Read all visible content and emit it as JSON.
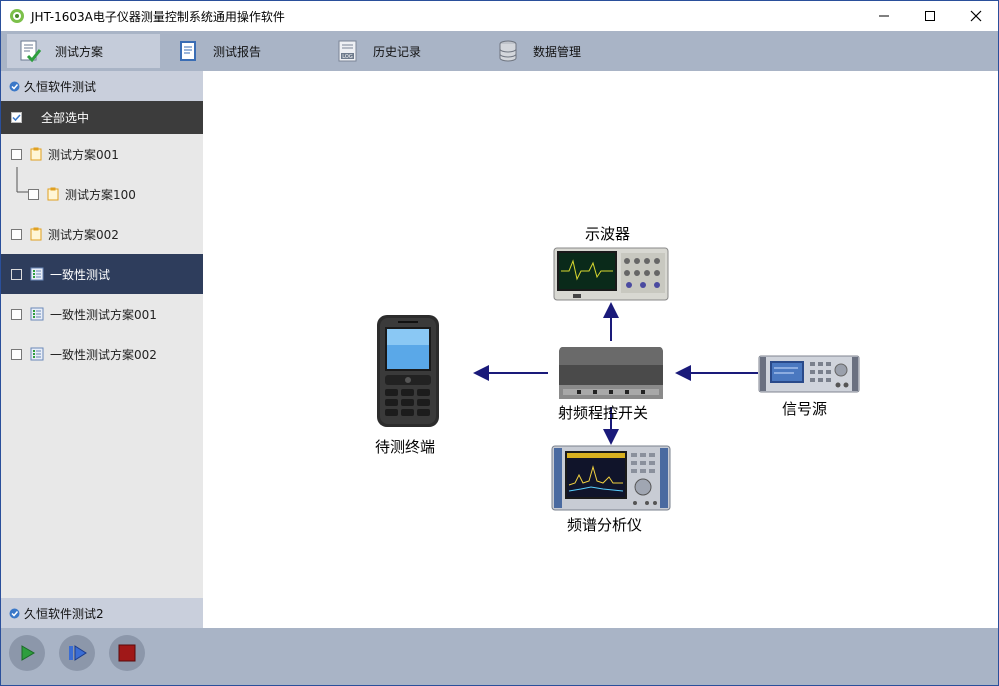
{
  "window": {
    "title": "JHT-1603A电子仪器测量控制系统通用操作软件"
  },
  "menu": {
    "tabs": [
      {
        "label": "测试方案",
        "icon": "test-plan-icon",
        "active": true
      },
      {
        "label": "测试报告",
        "icon": "report-icon",
        "active": false
      },
      {
        "label": "历史记录",
        "icon": "log-icon",
        "active": false
      },
      {
        "label": "数据管理",
        "icon": "database-icon",
        "active": false
      }
    ]
  },
  "sidebar": {
    "group1": "久恒软件测试",
    "group2": "久恒软件测试2",
    "select_all": "全部选中",
    "items": [
      {
        "label": "测试方案001",
        "icon": "clipboard-icon"
      },
      {
        "label": "测试方案100",
        "icon": "clipboard-icon"
      },
      {
        "label": "测试方案002",
        "icon": "clipboard-icon"
      },
      {
        "label": "一致性测试",
        "icon": "checklist-icon"
      },
      {
        "label": "一致性测试方案001",
        "icon": "checklist-icon"
      },
      {
        "label": "一致性测试方案002",
        "icon": "checklist-icon"
      }
    ]
  },
  "diagram": {
    "devices": {
      "oscilloscope": "示波器",
      "rf_switch": "射频程控开关",
      "signal_source": "信号源",
      "terminal": "待测终端",
      "spectrum_analyzer": "频谱分析仪"
    }
  },
  "colors": {
    "accent": "#a9b4c6",
    "selected_row": "#2e3d5c",
    "arrow": "#1a1a7a",
    "play": "#2e9e3e",
    "stop": "#a01818"
  }
}
